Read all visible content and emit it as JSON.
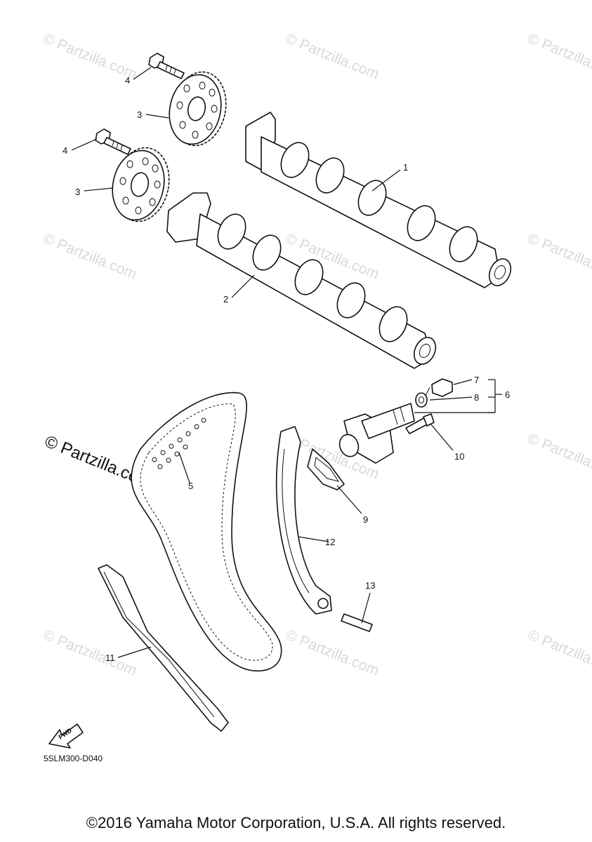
{
  "diagram": {
    "drawing_code": "5SLM300-D040",
    "fwd_label": "FWD",
    "watermark_text": "© Partzilla.com",
    "watermark_main": "© Partzilla.com",
    "callouts": [
      {
        "id": "1",
        "label": "1"
      },
      {
        "id": "2",
        "label": "2"
      },
      {
        "id": "3a",
        "label": "3"
      },
      {
        "id": "3b",
        "label": "3"
      },
      {
        "id": "4a",
        "label": "4"
      },
      {
        "id": "4b",
        "label": "4"
      },
      {
        "id": "5",
        "label": "5"
      },
      {
        "id": "6",
        "label": "6"
      },
      {
        "id": "7",
        "label": "7"
      },
      {
        "id": "8",
        "label": "8"
      },
      {
        "id": "9",
        "label": "9"
      },
      {
        "id": "10",
        "label": "10"
      },
      {
        "id": "11",
        "label": "11"
      },
      {
        "id": "12",
        "label": "12"
      },
      {
        "id": "13",
        "label": "13"
      }
    ]
  },
  "footer": {
    "copyright": "©2016 Yamaha Motor Corporation, U.S.A. All rights reserved."
  }
}
